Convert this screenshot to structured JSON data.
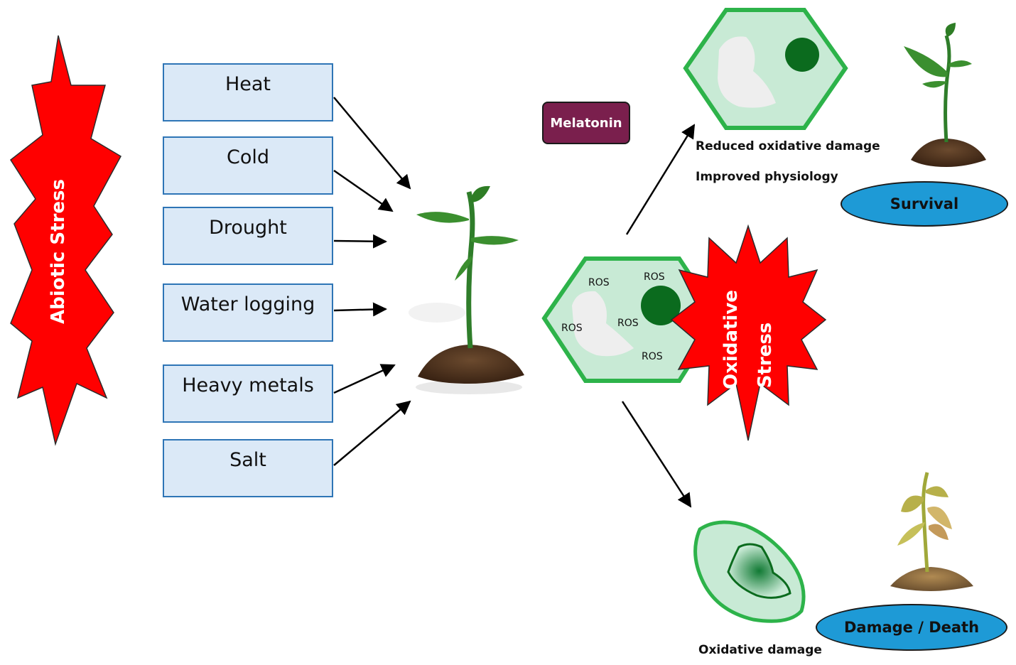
{
  "abiotic_label": "Abiotic Stress",
  "stressors": [
    "Heat",
    "Cold",
    "Drought",
    "Water logging",
    "Heavy metals",
    "Salt"
  ],
  "melatonin_label": "Melatonin",
  "ros_label": "ROS",
  "oxidative_stress_line1": "Oxidative",
  "oxidative_stress_line2": "Stress",
  "upper_captions": [
    "Reduced oxidative damage",
    "Improved physiology"
  ],
  "survival_label": "Survival",
  "lower_caption": "Oxidative damage",
  "damage_label": "Damage / Death",
  "colors": {
    "starburst": "#ff0000",
    "box_fill": "#dbe9f7",
    "box_border": "#2e75b6",
    "cell_fill": "#c8ead5",
    "cell_border": "#2db34a",
    "nucleus": "#0b6b1e",
    "melatonin": "#7a1f4d",
    "outcome_ellipse": "#1e9ad6"
  }
}
